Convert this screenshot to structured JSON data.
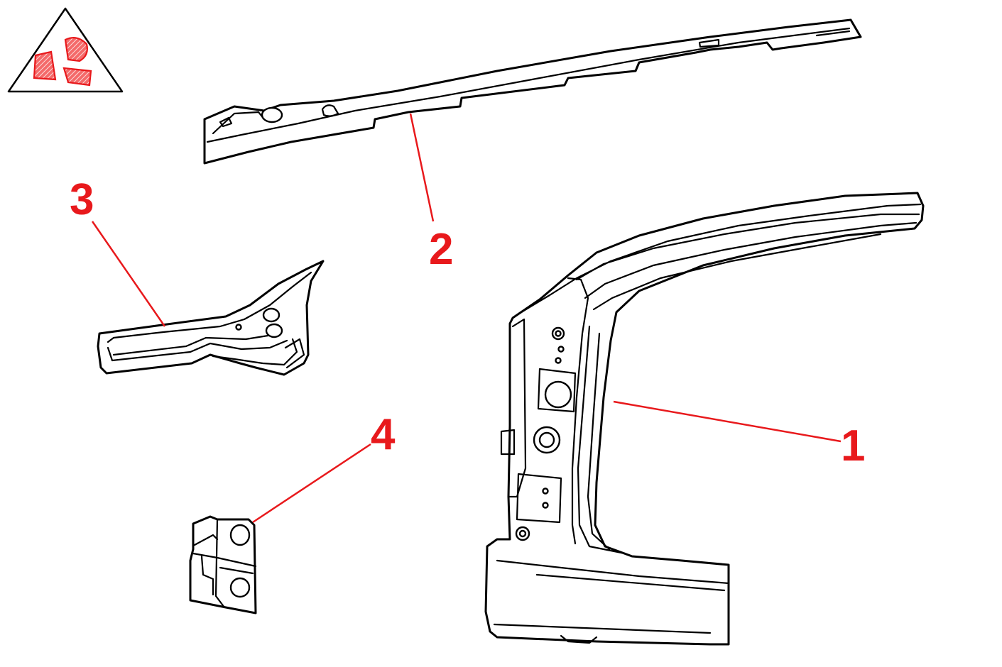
{
  "colors": {
    "line": "#000000",
    "callout": "#e8191c",
    "icon_fill": "#f04848",
    "background": "#ffffff"
  },
  "parts": [
    {
      "number": "1",
      "shape": "a-pillar-inner-panel"
    },
    {
      "number": "2",
      "shape": "roof-side-rail"
    },
    {
      "number": "3",
      "shape": "front-pillar-bracket"
    },
    {
      "number": "4",
      "shape": "hinge-reinforcement"
    }
  ],
  "icon": "hatched-parts-warning-triangle-icon"
}
